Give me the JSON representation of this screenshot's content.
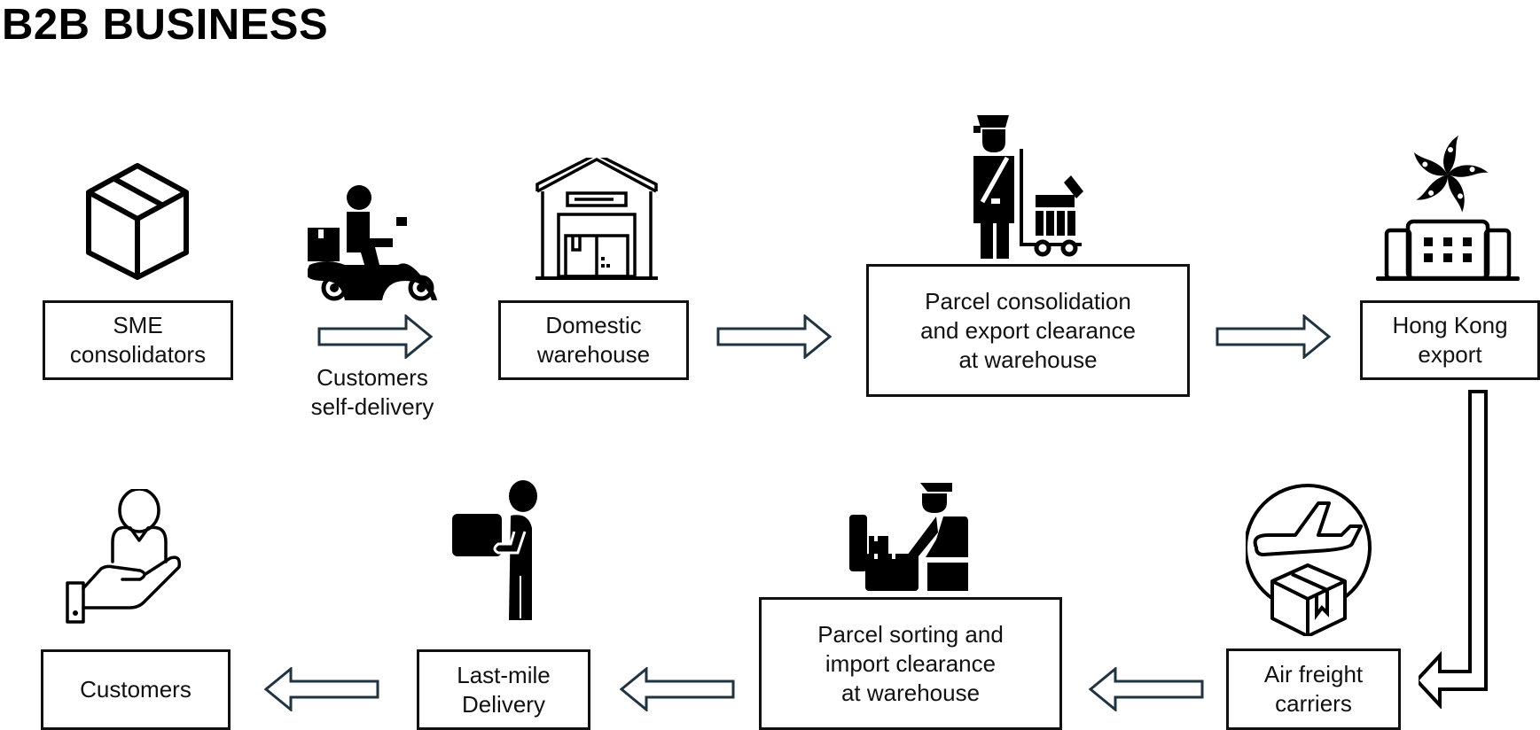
{
  "title": "B2B BUSINESS",
  "colors": {
    "arrow_stroke": "#1f3440",
    "box_stroke": "#111111",
    "icon": "#000000"
  },
  "nodes": [
    {
      "id": "sme",
      "label": "SME\nconsolidators",
      "icon": "box-icon"
    },
    {
      "id": "domestic",
      "label": "Domestic\nwarehouse",
      "icon": "warehouse-icon"
    },
    {
      "id": "export-clearance",
      "label": "Parcel consolidation\nand export clearance\nat warehouse",
      "icon": "customs-officer-luggage-icon"
    },
    {
      "id": "hk-export",
      "label": "Hong Kong\nexport",
      "icon": "hong-kong-building-icon"
    },
    {
      "id": "air-freight",
      "label": "Air freight\ncarriers",
      "icon": "airplane-parcel-icon"
    },
    {
      "id": "import-clearance",
      "label": "Parcel sorting and\nimport clearance\nat warehouse",
      "icon": "customs-officer-parcels-icon"
    },
    {
      "id": "last-mile",
      "label": "Last-mile\nDelivery",
      "icon": "delivery-person-icon"
    },
    {
      "id": "customers",
      "label": "Customers",
      "icon": "customer-hand-icon"
    }
  ],
  "edges": [
    {
      "from": "sme",
      "to": "domestic",
      "label": "Customers\nself-delivery"
    },
    {
      "from": "domestic",
      "to": "export-clearance",
      "label": ""
    },
    {
      "from": "export-clearance",
      "to": "hk-export",
      "label": ""
    },
    {
      "from": "hk-export",
      "to": "air-freight",
      "label": ""
    },
    {
      "from": "air-freight",
      "to": "import-clearance",
      "label": ""
    },
    {
      "from": "import-clearance",
      "to": "last-mile",
      "label": ""
    },
    {
      "from": "last-mile",
      "to": "customers",
      "label": ""
    }
  ]
}
